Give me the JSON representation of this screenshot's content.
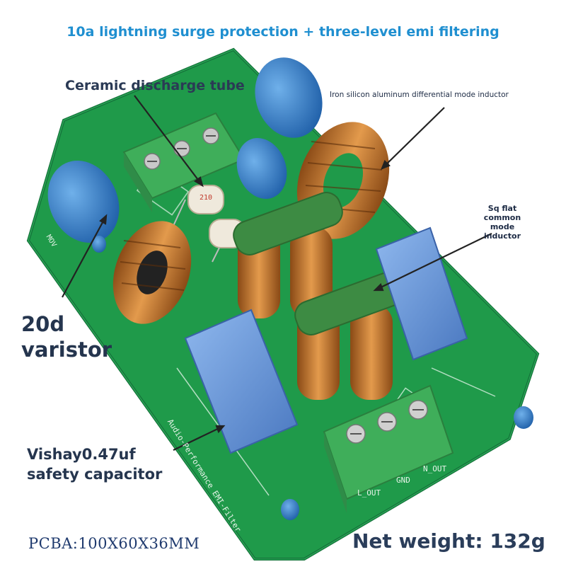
{
  "title": "10a lightning surge protection + three-level emi filtering",
  "labels": {
    "ceramic_discharge_tube": "Ceramic discharge tube",
    "iron_inductor": "Iron silicon aluminum differential mode inductor",
    "sq_flat": "Sq flat common mode inductor",
    "varistor": "20d varistor",
    "capacitor": "Vishay0.47uf safety capacitor",
    "pcba": "PCBA:100X60X36MM",
    "net_weight": "Net weight: 132g"
  },
  "board_text": {
    "out_l": "L_OUT",
    "out_gnd": "GND",
    "out_n": "N_OUT",
    "filter_name": "Audio-Performance EMI-Filter",
    "mov": "MOV",
    "tube_code": "210"
  },
  "colors": {
    "title": "#1f8fd0",
    "pcb_green": "#1f9a4a",
    "copper": "#c7782f",
    "varistor_blue": "#2f78c4",
    "terminal_green": "#3fae5a",
    "capacitor_blue": "#5c8fd6"
  }
}
